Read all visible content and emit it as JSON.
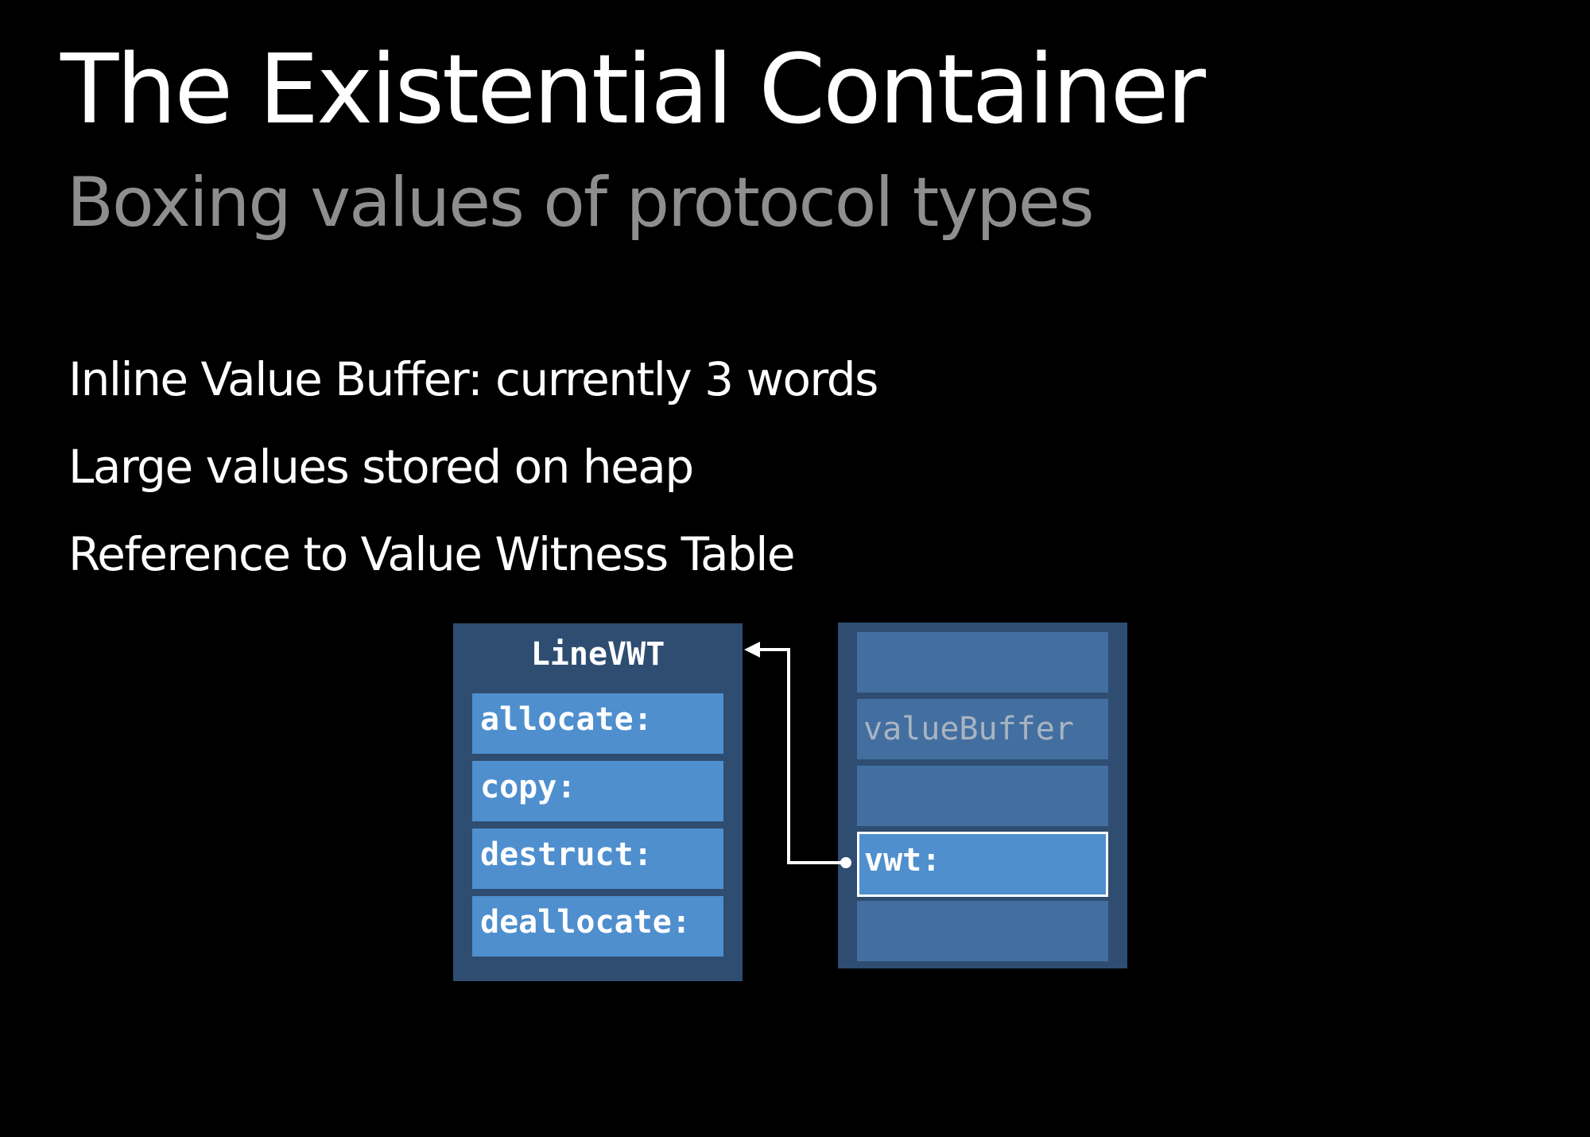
{
  "slide": {
    "title": "The Existential Container",
    "subtitle": "Boxing values of protocol types",
    "bullets": [
      "Inline Value Buffer: currently 3 words",
      "Large values stored on heap",
      "Reference to Value Witness Table"
    ]
  },
  "diagram": {
    "vwt_table": {
      "title": "LineVWT",
      "entries": [
        "allocate:",
        "copy:",
        "destruct:",
        "deallocate:"
      ]
    },
    "existential_container": {
      "slots": [
        "",
        "valueBuffer",
        "",
        "vwt:",
        ""
      ]
    }
  },
  "colors": {
    "background": "#000000",
    "box_dark": "#2e4d71",
    "slot_mid": "#436fa0",
    "entry_bright": "#4f8fce",
    "subtitle_gray": "#8e8e8e"
  }
}
